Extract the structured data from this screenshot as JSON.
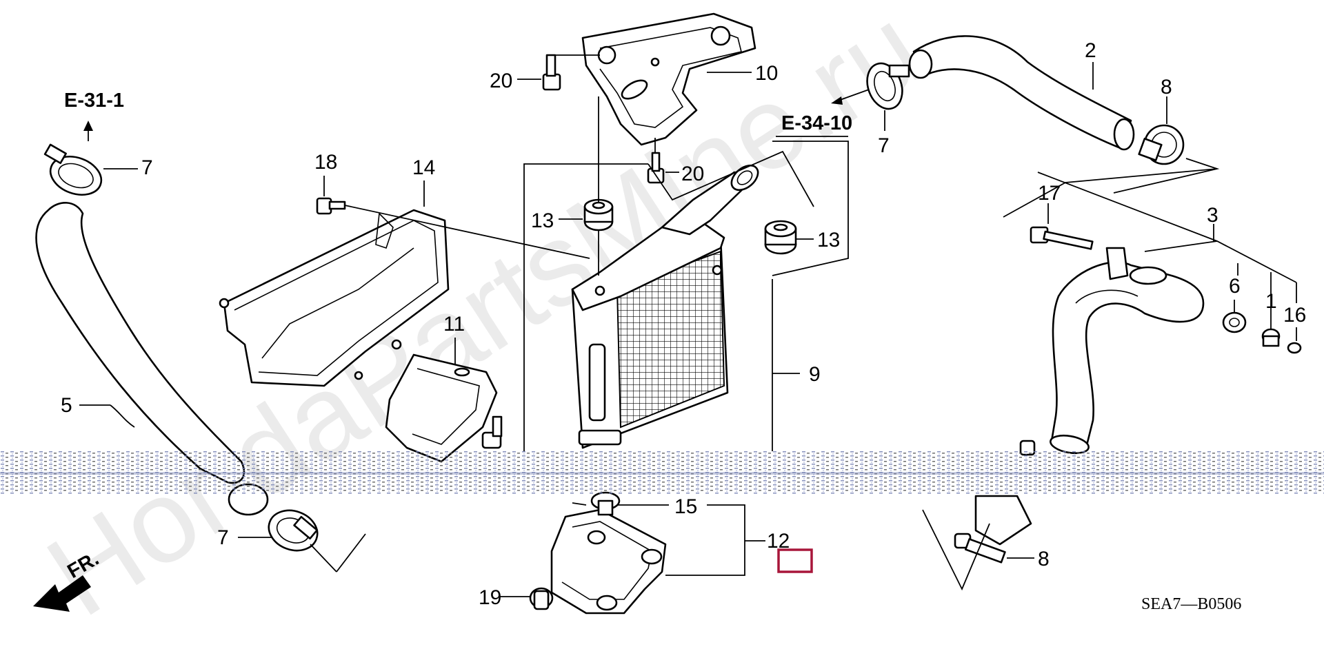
{
  "diagram": {
    "watermark": "HondaPartsMine.ru",
    "code": "SEA7—B0506",
    "direction_label": "FR.",
    "references": [
      "E-31-1",
      "E-34-10"
    ],
    "callouts": {
      "c1": "1",
      "c2": "2",
      "c3": "3",
      "c5": "5",
      "c6": "6",
      "c7a": "7",
      "c7b": "7",
      "c7c": "7",
      "c8a": "8",
      "c8b": "8",
      "c9": "9",
      "c10": "10",
      "c11": "11",
      "c12": "12",
      "c13a": "13",
      "c13b": "13",
      "c14": "14",
      "c15": "15",
      "c16": "16",
      "c17": "17",
      "c18": "18",
      "c19": "19",
      "c20a": "20",
      "c20b": "20"
    },
    "highlight_color": "#a8163a",
    "line_color": "#000000",
    "band_color": "#6e7bb0"
  }
}
